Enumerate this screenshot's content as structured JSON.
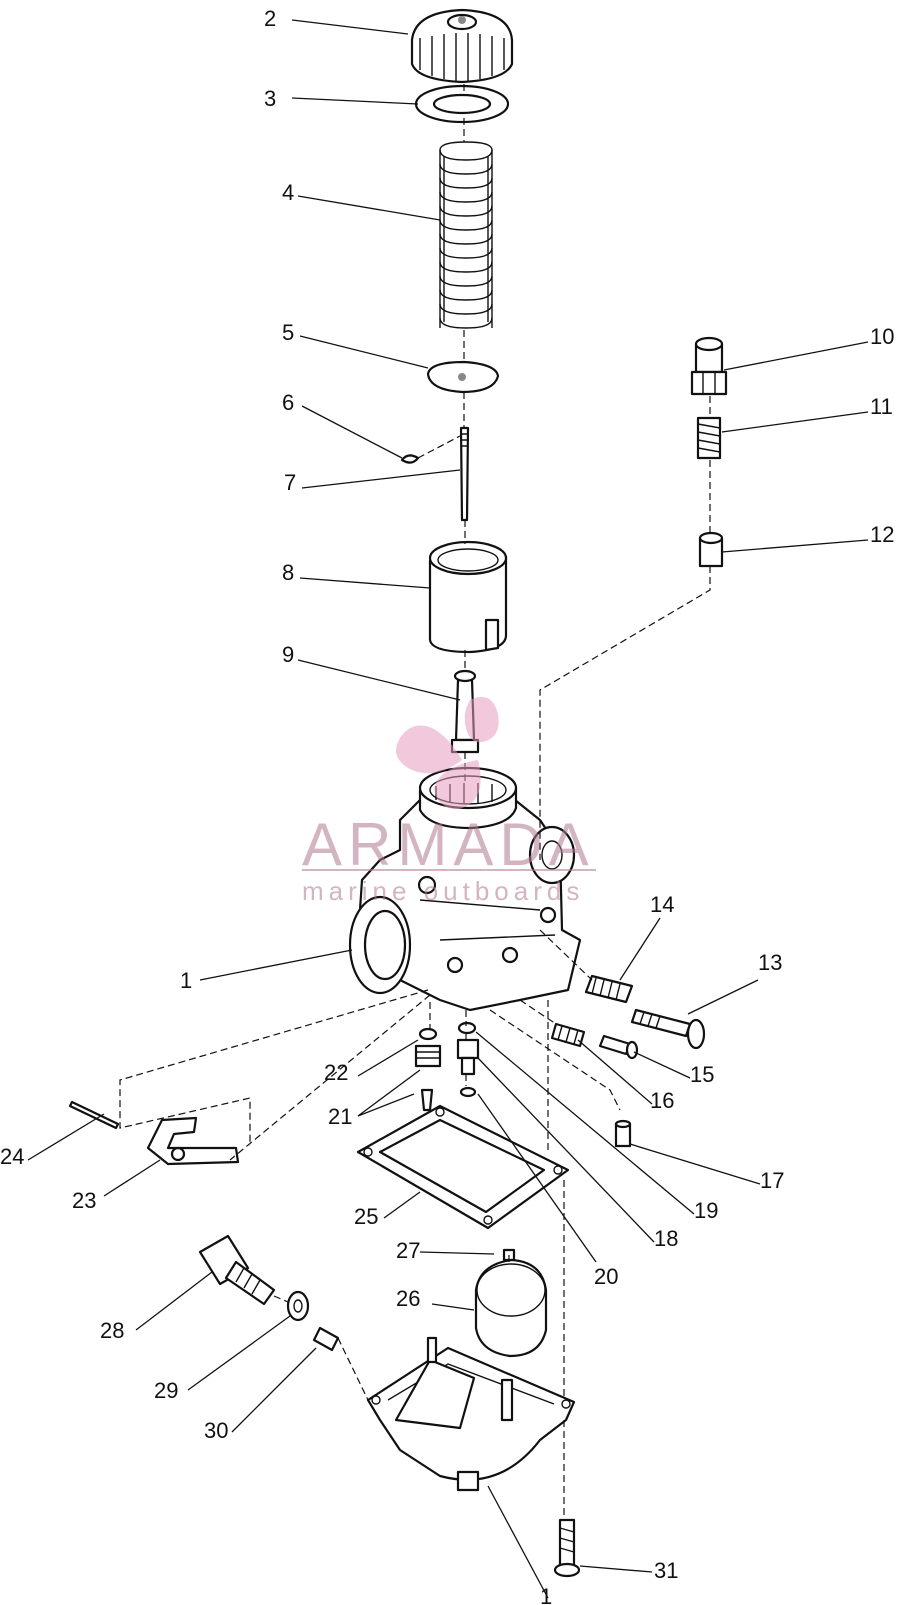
{
  "diagram": {
    "callouts": [
      "1",
      "2",
      "3",
      "4",
      "5",
      "6",
      "7",
      "8",
      "9",
      "10",
      "11",
      "12",
      "13",
      "14",
      "15",
      "16",
      "17",
      "18",
      "19",
      "20",
      "21",
      "22",
      "23",
      "24",
      "25",
      "26",
      "27",
      "28",
      "29",
      "30",
      "31",
      "1"
    ]
  },
  "watermark": {
    "brand": "ARMADA",
    "tagline": "marine outboards",
    "logo_icon": "propeller-logo-icon",
    "color": "#b07a92"
  }
}
